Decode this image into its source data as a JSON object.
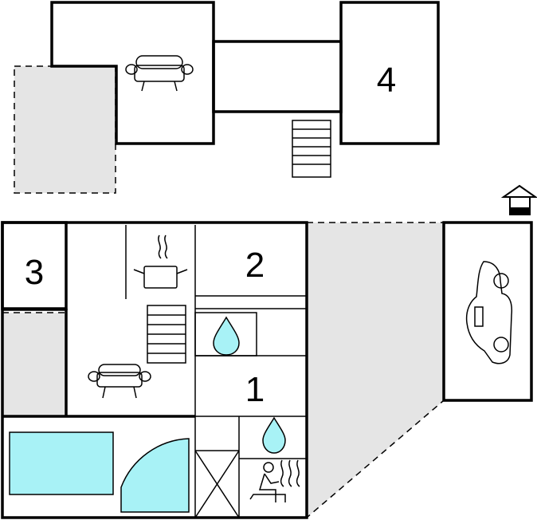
{
  "floor_plan": {
    "room_labels": {
      "room_1": "1",
      "room_2": "2",
      "room_3": "3",
      "room_4": "4"
    },
    "icons": [
      "sofa-icon",
      "stairs-icon",
      "cooking-pot-icon",
      "water-drop-icon",
      "sauna-icon",
      "car-icon",
      "house-icon",
      "pool",
      "shower"
    ],
    "colors": {
      "wall": "#000000",
      "terrace": "#e5e5e5",
      "water": "#a8f2f6"
    }
  }
}
